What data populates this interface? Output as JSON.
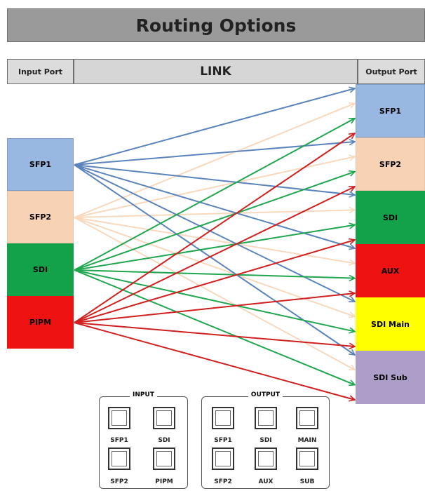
{
  "title": "Routing Options",
  "headers": {
    "input": "Input Port",
    "link": "LINK",
    "output": "Output Port"
  },
  "inputs": [
    {
      "label": "SFP1",
      "color": "#98b8e2"
    },
    {
      "label": "SFP2",
      "color": "#f8d2b4"
    },
    {
      "label": "SDI",
      "color": "#13a14a"
    },
    {
      "label": "PIPM",
      "color": "#ef1212"
    }
  ],
  "outputs": [
    {
      "label": "SFP1",
      "color": "#98b8e2"
    },
    {
      "label": "SFP2",
      "color": "#f8d2b4"
    },
    {
      "label": "SDI",
      "color": "#13a14a"
    },
    {
      "label": "AUX",
      "color": "#ef1212"
    },
    {
      "label": "SDI Main",
      "color": "#ffff00"
    },
    {
      "label": "SDI Sub",
      "color": "#ad9ec9"
    }
  ],
  "link_colors": [
    "#5b84bd",
    "#f8d9bd",
    "#1fa64f",
    "#d11f1f"
  ],
  "input_panel": {
    "title": "INPUT",
    "buttons": [
      "SFP1",
      "SDI",
      "SFP2",
      "PIPM"
    ]
  },
  "output_panel": {
    "title": "OUTPUT",
    "buttons": [
      "SFP1",
      "SDI",
      "MAIN",
      "SFP2",
      "AUX",
      "SUB"
    ]
  }
}
